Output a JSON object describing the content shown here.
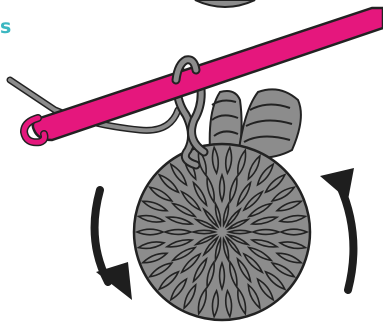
{
  "corner_text": "s",
  "colors": {
    "accent_text": "#3bb7c1",
    "hook": "#e5177d",
    "yarn": "#8c8c8c",
    "outline": "#222222",
    "arrow": "#1e1e1e"
  },
  "icons": {
    "hook": "crochet-hook",
    "motif": "crochet-circle-motif",
    "left_arrow": "curved-arrow-down",
    "right_arrow": "curved-arrow-up"
  }
}
